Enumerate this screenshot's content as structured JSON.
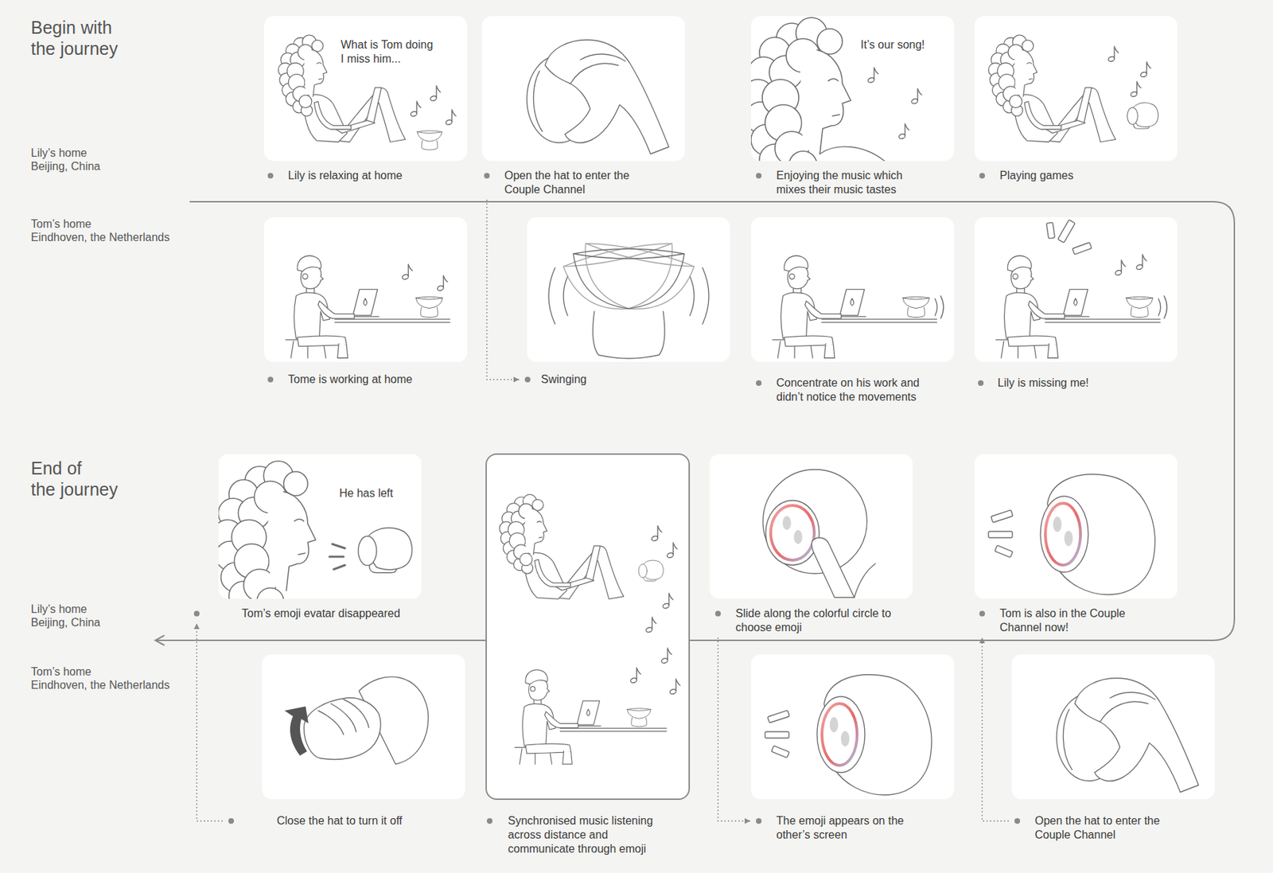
{
  "diagram": {
    "nodes": [
      {
        "text": [
          "What is Tom doing I miss him...",
          "Lily is relaxing at home"
        ]
      },
      {
        "text": [
          "Open the hat to enter the Couple Channel"
        ]
      },
      {
        "text": [
          "It’s our song!",
          "Enjoying the music which mixes their music tastes"
        ]
      },
      {
        "text": [
          "Playing games"
        ]
      },
      {
        "text": [
          "Tome is working at home"
        ]
      },
      {
        "text": [
          "Swinging"
        ]
      },
      {
        "text": [
          "Concentrate on his work and didn’t notice the movements"
        ]
      },
      {
        "text": [
          "Lily is missing me!"
        ]
      },
      {
        "text": [
          "He has left",
          "Tom’s emoji evatar disappeared"
        ]
      },
      {
        "text": [
          "Synchronised music listening across distance and communicate through emoji"
        ]
      },
      {
        "text": [
          "Slide along the colorful circle to choose emoji"
        ]
      },
      {
        "text": [
          "Tom is also in the Couple Channel now!"
        ]
      },
      {
        "text": [
          "Close the hat to turn it off"
        ]
      },
      {
        "text": [
          "The emoji appears on the other’s screen"
        ]
      },
      {
        "text": [
          "Open the hat to enter the Couple Channel"
        ]
      }
    ],
    "edges": [
      {
        "from": 1,
        "to": 5,
        "arrow": "to"
      },
      {
        "from": 10,
        "to": 13,
        "arrow": "to"
      },
      {
        "from": 14,
        "to": 11,
        "arrow": "to"
      },
      {
        "from": 12,
        "to": 8,
        "arrow": "to"
      }
    ],
    "labels": [
      "Begin with the journey",
      "Lily’s home Beijing, China",
      "Tom’s home Eindhoven, the Netherlands",
      "End of the journey",
      "Lily’s home Beijing, China",
      "Tom’s home Eindhoven, the Netherlands"
    ]
  }
}
